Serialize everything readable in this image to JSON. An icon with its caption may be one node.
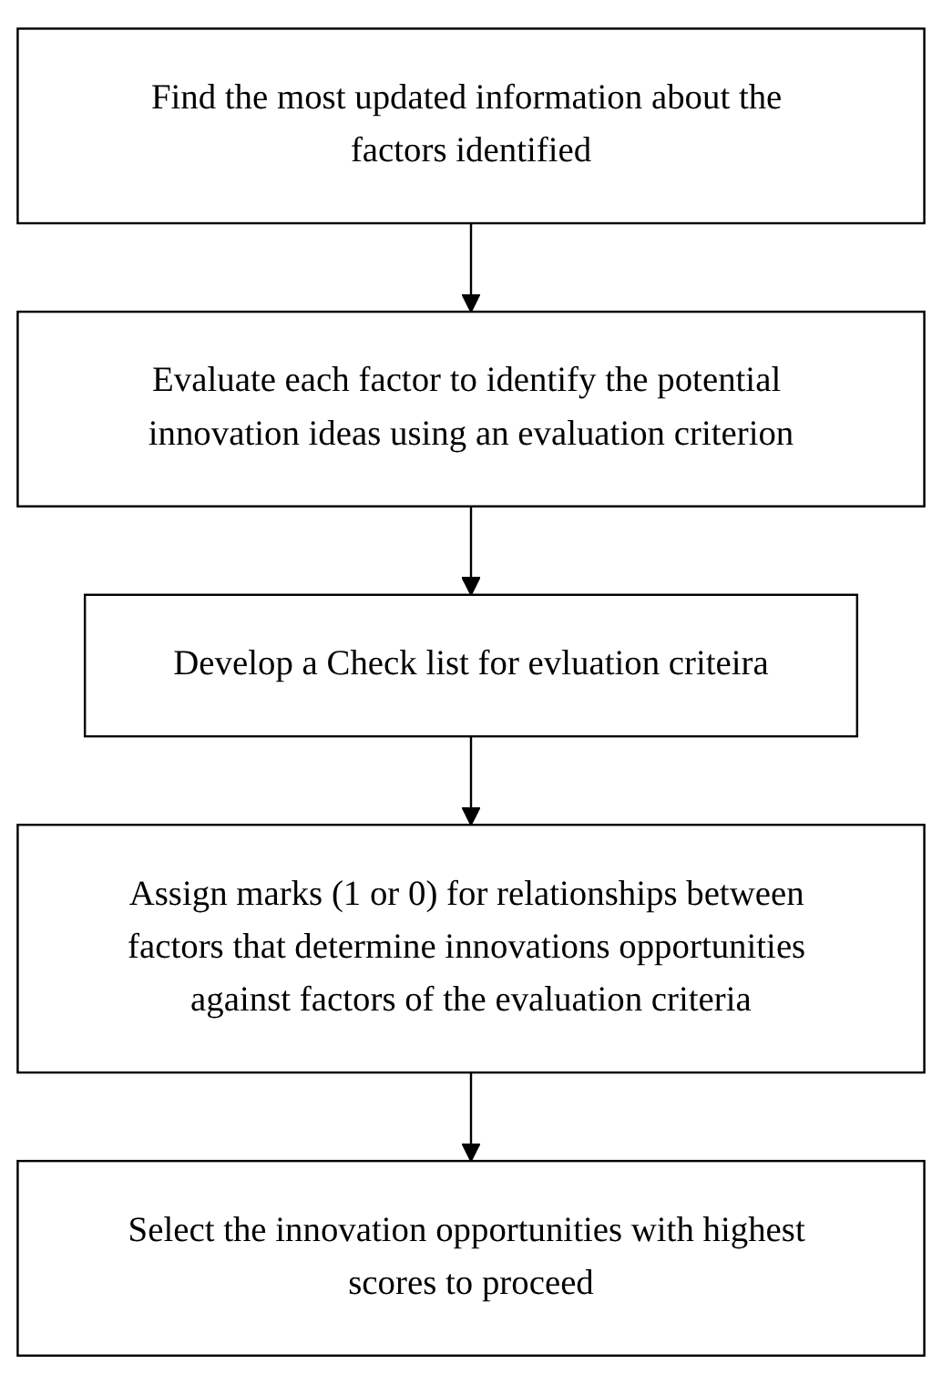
{
  "diagram": {
    "nodes": [
      {
        "text": [
          "Find the most updated information about the factors identified"
        ]
      },
      {
        "text": [
          "Evaluate each factor to identify the potential innovation ideas using an evaluation criterion"
        ]
      },
      {
        "text": [
          "Develop a Check list for evluation criteira"
        ]
      },
      {
        "text": [
          "Assign marks (1 or 0) for relationships between factors that determine innovations opportunities against factors of the evaluation criteria"
        ]
      },
      {
        "text": [
          "Select the innovation opportunities with highest scores to proceed"
        ]
      }
    ],
    "edges": [
      {
        "from": 0,
        "to": 1,
        "arrow": "to"
      },
      {
        "from": 1,
        "to": 2,
        "arrow": "to"
      },
      {
        "from": 2,
        "to": 3,
        "arrow": "to"
      },
      {
        "from": 3,
        "to": 4,
        "arrow": "to"
      }
    ]
  }
}
